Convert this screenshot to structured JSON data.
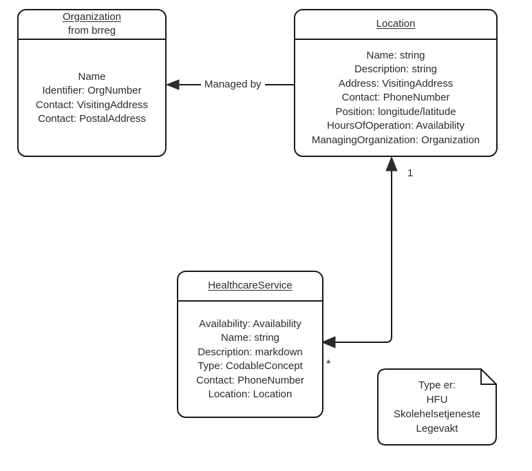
{
  "diagram": {
    "type": "uml-class-diagram",
    "background": "#ffffff",
    "stroke_color": "#1a1a1a",
    "text_color": "#2b2b2b"
  },
  "classes": {
    "organization": {
      "title": "Organization",
      "subtitle": "from brreg",
      "attributes": [
        "Name",
        "Identifier: OrgNumber",
        "Contact: VisitingAddress",
        "Contact: PostalAddress"
      ]
    },
    "location": {
      "title": "Location",
      "subtitle": "",
      "attributes": [
        "Name: string",
        "Description: string",
        "Address: VisitingAddress",
        "Contact: PhoneNumber",
        "Position: longitude/latitude",
        "HoursOfOperation: Availability",
        "ManagingOrganization: Organization"
      ]
    },
    "healthcare_service": {
      "title": "HealthcareService",
      "subtitle": "",
      "attributes": [
        "Availability: Availability",
        "Name: string",
        "Description: markdown",
        "Type: CodableConcept",
        "Contact: PhoneNumber",
        "Location: Location"
      ]
    }
  },
  "note": {
    "lines": [
      "Type er:",
      "HFU",
      "Skolehelsetjeneste",
      "Legevakt"
    ]
  },
  "relations": {
    "managed_by": {
      "label": "Managed by",
      "from": "Location",
      "to": "Organization"
    },
    "service_location": {
      "source_multiplicity": "*",
      "target_multiplicity": "1",
      "from": "HealthcareService",
      "to": "Location"
    }
  }
}
